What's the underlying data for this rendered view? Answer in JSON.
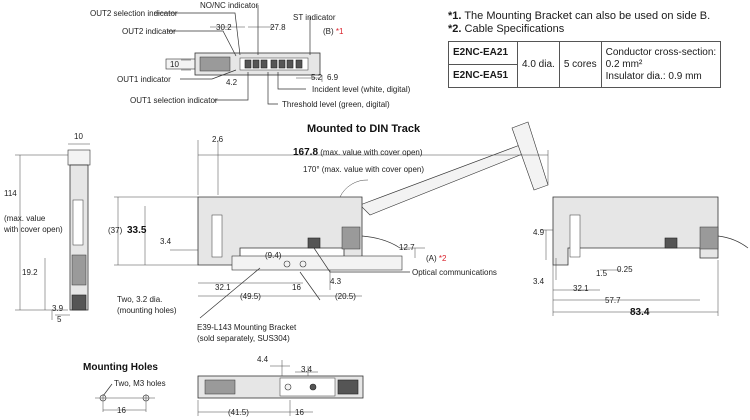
{
  "notes": {
    "note1_mark": "*1.",
    "note1_text": "The Mounting Bracket can also be used on side B.",
    "note2_mark": "*2.",
    "note2_text": "Cable Specifications"
  },
  "cable_table": {
    "models": [
      "E2NC-EA21",
      "E2NC-EA51"
    ],
    "diameter": "4.0 dia.",
    "cores": "5 cores",
    "conductor_line1": "Conductor cross-section:",
    "conductor_line2": "0.2 mm²",
    "insulator": "Insulator dia.: 0.9 mm"
  },
  "top_view": {
    "labels": {
      "out2_sel": "OUT2 selection indicator",
      "nonc": "NO/NC indicator",
      "out2_ind": "OUT2 indicator",
      "st": "ST indicator",
      "b_mark": "(B)",
      "star1": "*1",
      "out1_ind": "OUT1 indicator",
      "out1_sel": "OUT1 selection indicator",
      "incident": "Incident level (white, digital)",
      "threshold": "Threshold level (green, digital)"
    },
    "dims": {
      "d302": "30.2",
      "d278": "27.8",
      "d10": "10",
      "d42": "4.2",
      "d52": "5.2",
      "d69": "6.9"
    }
  },
  "side_view": {
    "title": "Mounted to DIN Track",
    "dims": {
      "d114": "114",
      "d114_note1": "(max. value",
      "d114_note2": "with cover open)",
      "d10": "10",
      "d192": "19.2",
      "d39": "3.9",
      "d5": "5",
      "d26": "2.6",
      "d1678": "167.8",
      "d1678_note": "(max. value with cover open)",
      "d170": "170° (max. value with cover open)",
      "d37": "(37)",
      "d335": "33.5",
      "d34": "3.4",
      "d127": "12.7",
      "a_mark": "(A)",
      "star2": "*2",
      "d94": "(9.4)",
      "d43": "4.3",
      "d321": "32.1",
      "d495": "(49.5)",
      "d16": "16",
      "d205": "(20.5)",
      "optical": "Optical communications",
      "holes1": "Two, 3.2 dia.",
      "holes2": "(mounting holes)",
      "bracket1": "E39-L143 Mounting Bracket",
      "bracket2": "(sold separately, SUS304)"
    }
  },
  "right_view": {
    "dims": {
      "d49": "4.9",
      "d34": "3.4",
      "d15": "1.5",
      "d025": "0.25",
      "d321": "32.1",
      "d577": "57.7",
      "d834": "83.4"
    }
  },
  "holes_view": {
    "title": "Mounting Holes",
    "label": "Two, M3 holes",
    "d16": "16"
  },
  "bottom_view": {
    "dims": {
      "d44": "4.4",
      "d34": "3.4",
      "d415": "(41.5)",
      "d16": "16"
    }
  }
}
